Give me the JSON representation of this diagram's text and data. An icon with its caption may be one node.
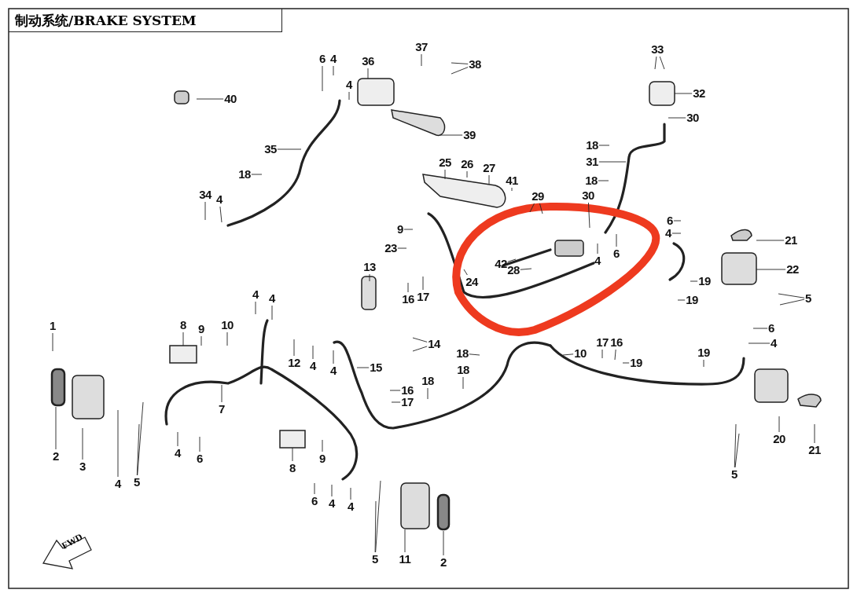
{
  "diagram": {
    "title": "制动系统/BRAKE SYSTEM",
    "nodes": [
      {
        "text": [
          "6"
        ]
      },
      {
        "text": [
          "4"
        ]
      },
      {
        "text": [
          "36"
        ]
      },
      {
        "text": [
          "37"
        ]
      },
      {
        "text": [
          "38"
        ]
      },
      {
        "text": [
          "4"
        ]
      },
      {
        "text": [
          "40"
        ]
      },
      {
        "text": [
          "39"
        ]
      },
      {
        "text": [
          "33"
        ]
      },
      {
        "text": [
          "32"
        ]
      },
      {
        "text": [
          "30"
        ]
      },
      {
        "text": [
          "35"
        ]
      },
      {
        "text": [
          "18"
        ]
      },
      {
        "text": [
          "18"
        ]
      },
      {
        "text": [
          "31"
        ]
      },
      {
        "text": [
          "25"
        ]
      },
      {
        "text": [
          "26"
        ]
      },
      {
        "text": [
          "27"
        ]
      },
      {
        "text": [
          "41"
        ]
      },
      {
        "text": [
          "18"
        ]
      },
      {
        "text": [
          "34"
        ]
      },
      {
        "text": [
          "4"
        ]
      },
      {
        "text": [
          "29"
        ]
      },
      {
        "text": [
          "30"
        ]
      },
      {
        "text": [
          "9"
        ]
      },
      {
        "text": [
          "23"
        ]
      },
      {
        "text": [
          "6"
        ]
      },
      {
        "text": [
          "4"
        ]
      },
      {
        "text": [
          "21"
        ]
      },
      {
        "text": [
          "6"
        ]
      },
      {
        "text": [
          "4"
        ]
      },
      {
        "text": [
          "42"
        ]
      },
      {
        "text": [
          "28"
        ]
      },
      {
        "text": [
          "13"
        ]
      },
      {
        "text": [
          "22"
        ]
      },
      {
        "text": [
          "19"
        ]
      },
      {
        "text": [
          "24"
        ]
      },
      {
        "text": [
          "16"
        ]
      },
      {
        "text": [
          "17"
        ]
      },
      {
        "text": [
          "5"
        ]
      },
      {
        "text": [
          "19"
        ]
      },
      {
        "text": [
          "4"
        ]
      },
      {
        "text": [
          "4"
        ]
      },
      {
        "text": [
          "8"
        ]
      },
      {
        "text": [
          "9"
        ]
      },
      {
        "text": [
          "10"
        ]
      },
      {
        "text": [
          "14"
        ]
      },
      {
        "text": [
          "18"
        ]
      },
      {
        "text": [
          "10"
        ]
      },
      {
        "text": [
          "17"
        ]
      },
      {
        "text": [
          "16"
        ]
      },
      {
        "text": [
          "6"
        ]
      },
      {
        "text": [
          "4"
        ]
      },
      {
        "text": [
          "19"
        ]
      },
      {
        "text": [
          "19"
        ]
      },
      {
        "text": [
          "12"
        ]
      },
      {
        "text": [
          "4"
        ]
      },
      {
        "text": [
          "4"
        ]
      },
      {
        "text": [
          "15"
        ]
      },
      {
        "text": [
          "18"
        ]
      },
      {
        "text": [
          "18"
        ]
      },
      {
        "text": [
          "16"
        ]
      },
      {
        "text": [
          "17"
        ]
      },
      {
        "text": [
          "1"
        ]
      },
      {
        "text": [
          "7"
        ]
      },
      {
        "text": [
          "20"
        ]
      },
      {
        "text": [
          "21"
        ]
      },
      {
        "text": [
          "2"
        ]
      },
      {
        "text": [
          "3"
        ]
      },
      {
        "text": [
          "4"
        ]
      },
      {
        "text": [
          "5"
        ]
      },
      {
        "text": [
          "4"
        ]
      },
      {
        "text": [
          "6"
        ]
      },
      {
        "text": [
          "9"
        ]
      },
      {
        "text": [
          "8"
        ]
      },
      {
        "text": [
          "6"
        ]
      },
      {
        "text": [
          "4"
        ]
      },
      {
        "text": [
          "4"
        ]
      },
      {
        "text": [
          "5"
        ]
      },
      {
        "text": [
          "5"
        ]
      },
      {
        "text": [
          "11"
        ]
      },
      {
        "text": [
          "2"
        ]
      }
    ],
    "edges": [
      {
        "from": 0,
        "to": null,
        "arrow": "none"
      },
      {
        "from": 1,
        "to": null,
        "arrow": "none"
      },
      {
        "from": 2,
        "to": null,
        "arrow": "none"
      },
      {
        "from": 3,
        "to": null,
        "arrow": "none"
      },
      {
        "from": 4,
        "to": null,
        "arrow": "none"
      },
      {
        "from": 4,
        "to": null,
        "arrow": "none"
      },
      {
        "from": 5,
        "to": null,
        "arrow": "none"
      },
      {
        "from": 6,
        "to": null,
        "arrow": "none"
      },
      {
        "from": 7,
        "to": null,
        "arrow": "none"
      },
      {
        "from": 8,
        "to": null,
        "arrow": "none"
      },
      {
        "from": 8,
        "to": null,
        "arrow": "none"
      },
      {
        "from": 9,
        "to": null,
        "arrow": "none"
      },
      {
        "from": 10,
        "to": null,
        "arrow": "none"
      },
      {
        "from": 11,
        "to": null,
        "arrow": "none"
      },
      {
        "from": 12,
        "to": null,
        "arrow": "none"
      },
      {
        "from": 13,
        "to": null,
        "arrow": "none"
      },
      {
        "from": 14,
        "to": null,
        "arrow": "none"
      },
      {
        "from": 15,
        "to": null,
        "arrow": "none"
      },
      {
        "from": 16,
        "to": null,
        "arrow": "none"
      },
      {
        "from": 17,
        "to": null,
        "arrow": "none"
      },
      {
        "from": 18,
        "to": null,
        "arrow": "none"
      },
      {
        "from": 19,
        "to": null,
        "arrow": "none"
      },
      {
        "from": 20,
        "to": null,
        "arrow": "none"
      },
      {
        "from": 21,
        "to": null,
        "arrow": "none"
      },
      {
        "from": 22,
        "to": null,
        "arrow": "none"
      },
      {
        "from": 22,
        "to": null,
        "arrow": "none"
      },
      {
        "from": 23,
        "to": null,
        "arrow": "none"
      },
      {
        "from": 24,
        "to": null,
        "arrow": "none"
      },
      {
        "from": 25,
        "to": null,
        "arrow": "none"
      },
      {
        "from": 26,
        "to": null,
        "arrow": "none"
      },
      {
        "from": 27,
        "to": null,
        "arrow": "none"
      },
      {
        "from": 28,
        "to": null,
        "arrow": "none"
      },
      {
        "from": 29,
        "to": null,
        "arrow": "none"
      },
      {
        "from": 30,
        "to": null,
        "arrow": "none"
      },
      {
        "from": 31,
        "to": null,
        "arrow": "none"
      },
      {
        "from": 32,
        "to": null,
        "arrow": "none"
      },
      {
        "from": 33,
        "to": null,
        "arrow": "none"
      },
      {
        "from": 34,
        "to": null,
        "arrow": "none"
      },
      {
        "from": 35,
        "to": null,
        "arrow": "none"
      },
      {
        "from": 36,
        "to": null,
        "arrow": "none"
      },
      {
        "from": 37,
        "to": null,
        "arrow": "none"
      },
      {
        "from": 38,
        "to": null,
        "arrow": "none"
      },
      {
        "from": 39,
        "to": null,
        "arrow": "none"
      },
      {
        "from": 39,
        "to": null,
        "arrow": "none"
      },
      {
        "from": 40,
        "to": null,
        "arrow": "none"
      },
      {
        "from": 41,
        "to": null,
        "arrow": "none"
      },
      {
        "from": 42,
        "to": null,
        "arrow": "none"
      },
      {
        "from": 43,
        "to": null,
        "arrow": "none"
      },
      {
        "from": 44,
        "to": null,
        "arrow": "none"
      },
      {
        "from": 45,
        "to": null,
        "arrow": "none"
      },
      {
        "from": 46,
        "to": null,
        "arrow": "none"
      },
      {
        "from": 46,
        "to": null,
        "arrow": "none"
      },
      {
        "from": 47,
        "to": null,
        "arrow": "none"
      },
      {
        "from": 48,
        "to": null,
        "arrow": "none"
      },
      {
        "from": 49,
        "to": null,
        "arrow": "none"
      },
      {
        "from": 50,
        "to": null,
        "arrow": "none"
      },
      {
        "from": 51,
        "to": null,
        "arrow": "none"
      },
      {
        "from": 52,
        "to": null,
        "arrow": "none"
      },
      {
        "from": 53,
        "to": null,
        "arrow": "none"
      },
      {
        "from": 54,
        "to": null,
        "arrow": "none"
      },
      {
        "from": 55,
        "to": null,
        "arrow": "none"
      },
      {
        "from": 56,
        "to": null,
        "arrow": "none"
      },
      {
        "from": 57,
        "to": null,
        "arrow": "none"
      },
      {
        "from": 58,
        "to": null,
        "arrow": "none"
      },
      {
        "from": 59,
        "to": null,
        "arrow": "none"
      },
      {
        "from": 60,
        "to": null,
        "arrow": "none"
      },
      {
        "from": 61,
        "to": null,
        "arrow": "none"
      },
      {
        "from": 62,
        "to": null,
        "arrow": "none"
      },
      {
        "from": 63,
        "to": null,
        "arrow": "none"
      },
      {
        "from": 64,
        "to": null,
        "arrow": "none"
      },
      {
        "from": 65,
        "to": null,
        "arrow": "none"
      },
      {
        "from": 66,
        "to": null,
        "arrow": "none"
      },
      {
        "from": 67,
        "to": null,
        "arrow": "none"
      },
      {
        "from": 68,
        "to": null,
        "arrow": "none"
      },
      {
        "from": 69,
        "to": null,
        "arrow": "none"
      },
      {
        "from": 70,
        "to": null,
        "arrow": "none"
      },
      {
        "from": 70,
        "to": null,
        "arrow": "none"
      },
      {
        "from": 71,
        "to": null,
        "arrow": "none"
      },
      {
        "from": 72,
        "to": null,
        "arrow": "none"
      },
      {
        "from": 73,
        "to": null,
        "arrow": "none"
      },
      {
        "from": 74,
        "to": null,
        "arrow": "none"
      },
      {
        "from": 75,
        "to": null,
        "arrow": "none"
      },
      {
        "from": 76,
        "to": null,
        "arrow": "none"
      },
      {
        "from": 77,
        "to": null,
        "arrow": "none"
      },
      {
        "from": 78,
        "to": null,
        "arrow": "none"
      },
      {
        "from": 78,
        "to": null,
        "arrow": "none"
      },
      {
        "from": 79,
        "to": null,
        "arrow": "none"
      },
      {
        "from": 79,
        "to": null,
        "arrow": "none"
      },
      {
        "from": 80,
        "to": null,
        "arrow": "none"
      },
      {
        "from": 81,
        "to": null,
        "arrow": "none"
      }
    ],
    "labels": [
      "FWD"
    ]
  }
}
